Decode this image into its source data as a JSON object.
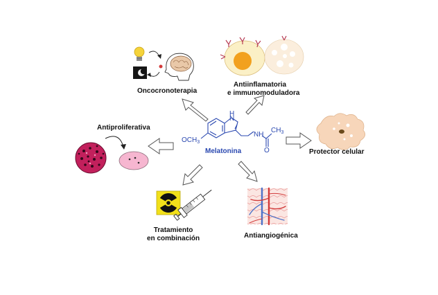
{
  "center": {
    "name": "Melatonina",
    "methoxy": "OCH",
    "methoxy_sub": "3",
    "nh": "H",
    "nh_n": "N",
    "amide_nh": "NH",
    "acetyl": "CH",
    "acetyl_sub": "3",
    "carbonyl_o": "O"
  },
  "effects": {
    "oncocronoterapia": "Oncocronoterapia",
    "antiinflamatoria_1": "Antiinflamatoria",
    "antiinflamatoria_2": "e immunomoduladora",
    "antiproliferativa": "Antiproliferativa",
    "protector": "Protector celular",
    "tratamiento_1": "Tratamiento",
    "tratamiento_2": "en combinación",
    "antiangiogenica": "Antiangiogénica"
  },
  "colors": {
    "molecule": "#2a48b0",
    "arrow_outline": "#555555",
    "bulb": "#f5d33a",
    "brain": "#e9c8a8",
    "egg_yolk": "#f2a11e",
    "cell_peach": "#f7d6ba",
    "tumor_cell": "#c2205c",
    "pink_cell": "#f6b6d0",
    "radiation_yellow": "#f2e01a",
    "vessel_red": "#d23a3a",
    "vessel_blue": "#4c72c9"
  }
}
